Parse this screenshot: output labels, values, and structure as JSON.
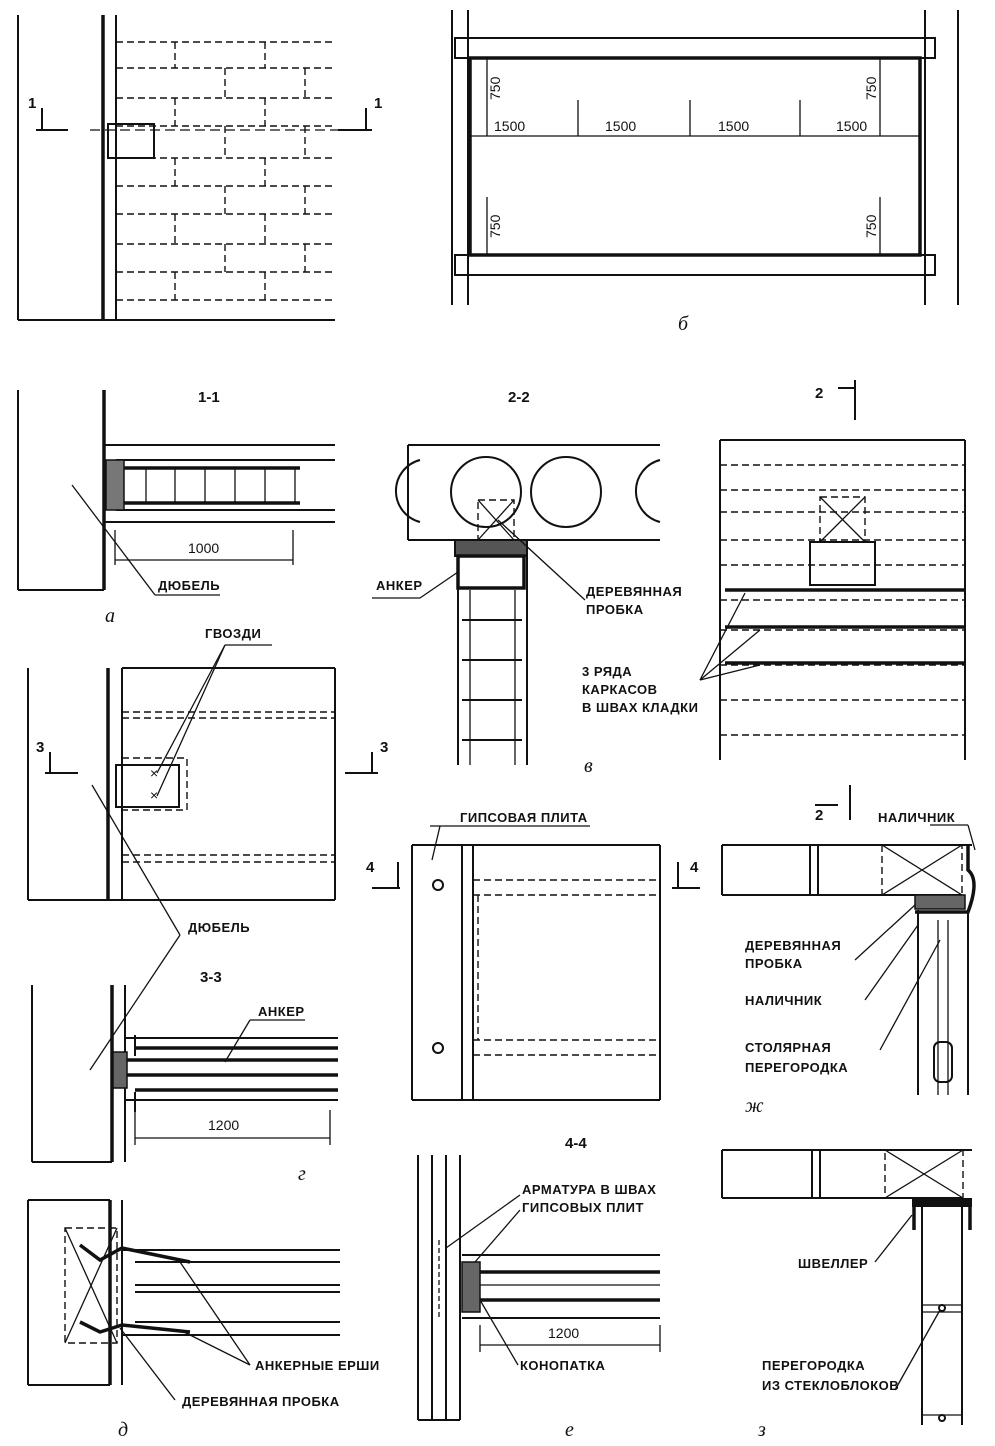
{
  "figure": {
    "captions": {
      "a_top": "а",
      "b": "б",
      "v": "в",
      "g": "г",
      "d": "д",
      "e": "е",
      "zh": "ж",
      "z": "з"
    },
    "section_marks": {
      "s1": "1",
      "s2": "2",
      "s3": "3",
      "s4": "4",
      "t11": "1-1",
      "t22": "2-2",
      "t33": "3-3",
      "t44": "4-4"
    },
    "dimensions": {
      "d750": "750",
      "d1500": "1500",
      "d1000": "1000",
      "d1200": "1200"
    },
    "labels": {
      "dubel": "ДЮБЕЛЬ",
      "anker": "АНКЕР",
      "wood_plug_1": "ДЕРЕВЯННАЯ",
      "wood_plug_2": "ПРОБКА",
      "rows_1": "3 РЯДА",
      "rows_2": "КАРКАСОВ",
      "rows_3": "В ШВАХ КЛАДКИ",
      "nails": "ГВОЗДИ",
      "gypsum_plate": "ГИПСОВАЯ ПЛИТА",
      "casing": "НАЛИЧНИК",
      "joinery_1": "СТОЛЯРНАЯ",
      "joinery_2": "ПЕРЕГОРОДКА",
      "rebar_1": "АРМАТУРА В ШВАХ",
      "rebar_2": "ГИПСОВЫХ ПЛИТ",
      "anchor_ruffs": "АНКЕРНЫЕ ЕРШИ",
      "caulking": "КОНОПАТКА",
      "channel": "ШВЕЛЛЕР",
      "glass_1": "ПЕРЕГОРОДКА",
      "glass_2": "ИЗ СТЕКЛОБЛОКОВ"
    }
  }
}
